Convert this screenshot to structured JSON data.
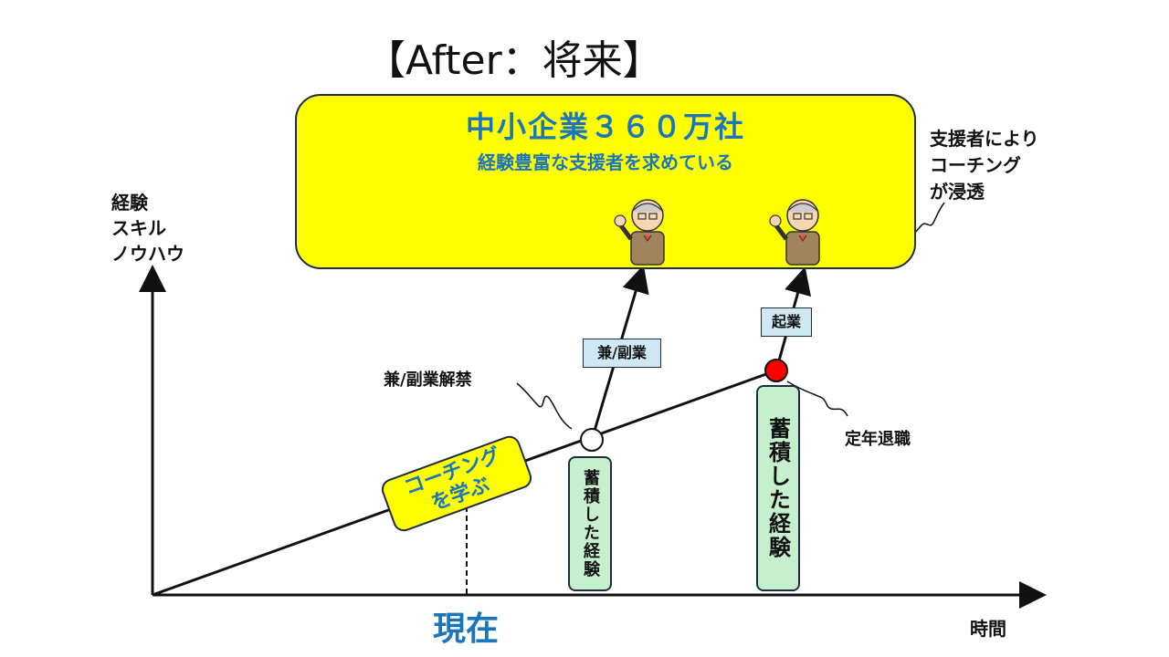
{
  "title": "【After：将来】",
  "top_box": {
    "title": "中小企業３６０万社",
    "subtitle": "経験豊富な支援者を求めている"
  },
  "side_note": "支援者により\nコーチング\nが浸透",
  "y_axis_label": "経験\nスキル\nノウハウ",
  "x_axis_label": "時間",
  "now_label": "現在",
  "coaching_box": {
    "line1": "コーチング",
    "line2": "を学ぶ"
  },
  "labels": {
    "side_job_lift": "兼/副業解禁",
    "retirement": "定年退職"
  },
  "tags": {
    "side_job": "兼/副業",
    "startup": "起業"
  },
  "experience_boxes": [
    {
      "text": "蓄積した経験"
    },
    {
      "text": "蓄積した経験"
    }
  ],
  "icons": [
    "supporter-person-icon",
    "supporter-person-icon"
  ],
  "colors": {
    "accent_blue": "#1b75bc",
    "highlight_yellow": "#ffff00",
    "experience_green": "#c6efce",
    "tag_blue": "#cfe8f3",
    "retirement_red": "#ff0000"
  }
}
